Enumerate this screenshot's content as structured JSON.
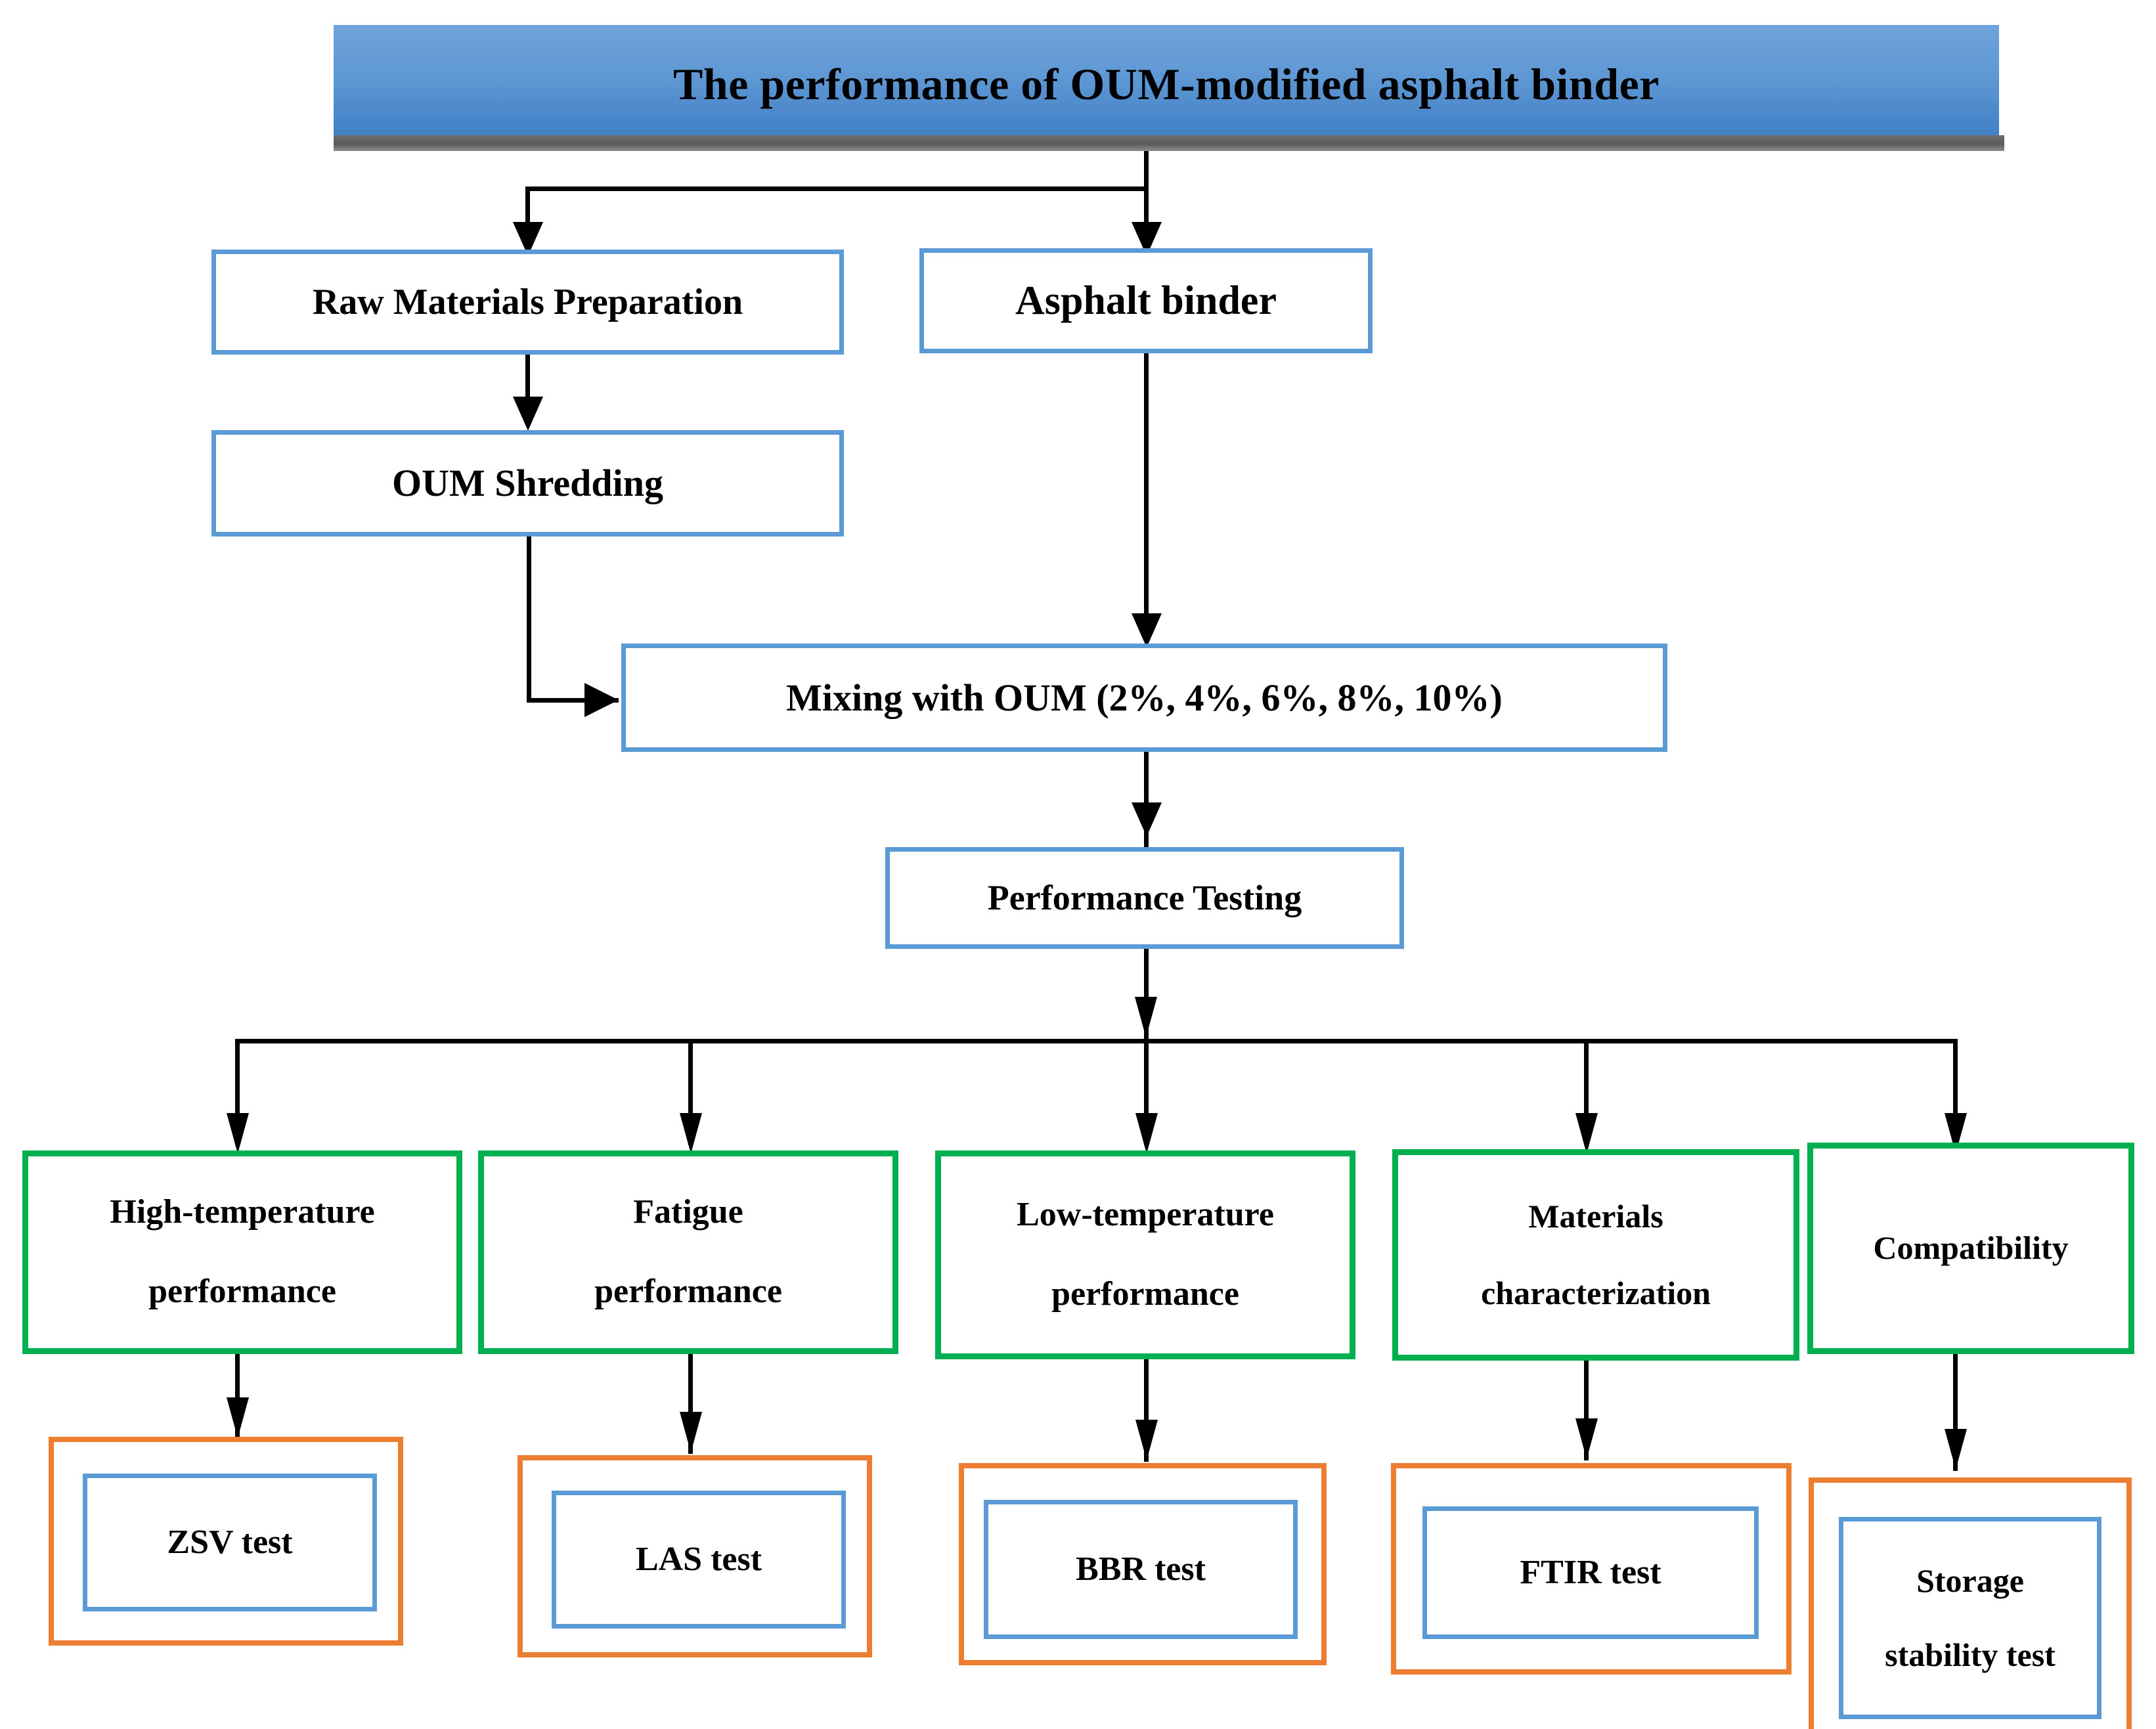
{
  "diagram": {
    "title": "The performance of OUM-modified asphalt binder",
    "colors": {
      "banner_top": "#6fa3da",
      "banner_bottom": "#3f7cc1",
      "banner_shadow": "#5a5a5a",
      "blue_border": "#5b9bd5",
      "green_border": "#00b050",
      "orange_border": "#ed7d31",
      "connector": "#000000",
      "background": "#ffffff",
      "text": "#000000"
    },
    "stage1": {
      "raw_materials": "Raw Materials Preparation",
      "asphalt_binder": "Asphalt binder"
    },
    "stage2": {
      "oum_shredding": "OUM Shredding"
    },
    "stage3": {
      "mixing": "Mixing with OUM (2%, 4%, 6%, 8%, 10%)",
      "oum_dosages": [
        "2%",
        "4%",
        "6%",
        "8%",
        "10%"
      ]
    },
    "stage4": {
      "performance_testing": "Performance Testing"
    },
    "categories": [
      {
        "id": "high-temperature-performance",
        "line1": "High-temperature",
        "line2": "performance"
      },
      {
        "id": "fatigue-performance",
        "line1": "Fatigue",
        "line2": "performance"
      },
      {
        "id": "low-temperature-performance",
        "line1": "Low-temperature",
        "line2": "performance"
      },
      {
        "id": "materials-characterization",
        "line1": "Materials",
        "line2": "characterization"
      },
      {
        "id": "compatibility",
        "line1": "Compatibility",
        "line2": ""
      }
    ],
    "tests": [
      {
        "id": "zsv-test",
        "line1": "ZSV test",
        "line2": ""
      },
      {
        "id": "las-test",
        "line1": "LAS test",
        "line2": ""
      },
      {
        "id": "bbr-test",
        "line1": "BBR test",
        "line2": ""
      },
      {
        "id": "ftir-test",
        "line1": "FTIR test",
        "line2": ""
      },
      {
        "id": "storage-stability-test",
        "line1": "Storage",
        "line2": "stability test"
      }
    ]
  }
}
